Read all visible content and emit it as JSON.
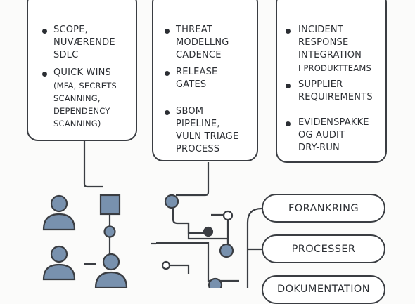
{
  "columns": [
    {
      "items": [
        {
          "lines": [
            "SCOPE,",
            "NUVÆRENDE",
            "SDLC"
          ]
        },
        {
          "lines": [
            "QUICK WINS",
            "(MFA, SECRETS",
            "SCANNING,",
            "DEPENDENCY",
            "SCANNING)"
          ]
        }
      ]
    },
    {
      "items": [
        {
          "lines": [
            "THREAT",
            "MODELLNG",
            "CADENCE"
          ]
        },
        {
          "lines": [
            "RELEASE",
            "GATES"
          ]
        },
        {
          "lines": [
            "SBOM",
            "PIPELINE,",
            "VULN TRIAGE",
            "PROCESS"
          ]
        }
      ]
    },
    {
      "items": [
        {
          "lines": [
            "INCIDENT",
            "RESPONSE",
            "INTEGRATION",
            "I PRODUKTTEAMS"
          ]
        },
        {
          "lines": [
            "SUPPLIER",
            "REQUIREMENTS"
          ]
        },
        {
          "lines": [
            "EVIDENSPAKKE",
            "OG AUDIT",
            "DRY-RUN"
          ]
        }
      ]
    }
  ],
  "pillars": [
    "FORANKRING",
    "PROCESSER",
    "DOKUMENTATION"
  ],
  "colors": {
    "stroke": "#3a3d42",
    "icon_fill": "#7891ae",
    "text": "#2b2e33"
  }
}
